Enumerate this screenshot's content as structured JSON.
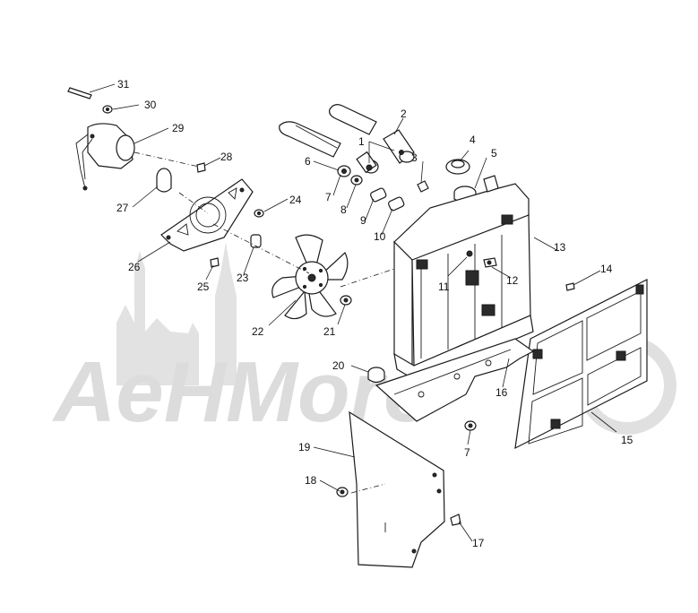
{
  "diagram": {
    "watermark_text": "AeHMoro",
    "callouts": [
      {
        "id": "1",
        "text": "1"
      },
      {
        "id": "2",
        "text": "2"
      },
      {
        "id": "3",
        "text": "3"
      },
      {
        "id": "4",
        "text": "4"
      },
      {
        "id": "5",
        "text": "5"
      },
      {
        "id": "6",
        "text": "6"
      },
      {
        "id": "7a",
        "text": "7"
      },
      {
        "id": "7b",
        "text": "7"
      },
      {
        "id": "8",
        "text": "8"
      },
      {
        "id": "9",
        "text": "9"
      },
      {
        "id": "10",
        "text": "10"
      },
      {
        "id": "11",
        "text": "11"
      },
      {
        "id": "12",
        "text": "12"
      },
      {
        "id": "13",
        "text": "13"
      },
      {
        "id": "14",
        "text": "14"
      },
      {
        "id": "15",
        "text": "15"
      },
      {
        "id": "16",
        "text": "16"
      },
      {
        "id": "17",
        "text": "17"
      },
      {
        "id": "18",
        "text": "18"
      },
      {
        "id": "19",
        "text": "19"
      },
      {
        "id": "20",
        "text": "20"
      },
      {
        "id": "21",
        "text": "21"
      },
      {
        "id": "22",
        "text": "22"
      },
      {
        "id": "23",
        "text": "23"
      },
      {
        "id": "24",
        "text": "24"
      },
      {
        "id": "25",
        "text": "25"
      },
      {
        "id": "26",
        "text": "26"
      },
      {
        "id": "27",
        "text": "27"
      },
      {
        "id": "28",
        "text": "28"
      },
      {
        "id": "29",
        "text": "29"
      },
      {
        "id": "30",
        "text": "30"
      },
      {
        "id": "31",
        "text": "31"
      }
    ]
  }
}
